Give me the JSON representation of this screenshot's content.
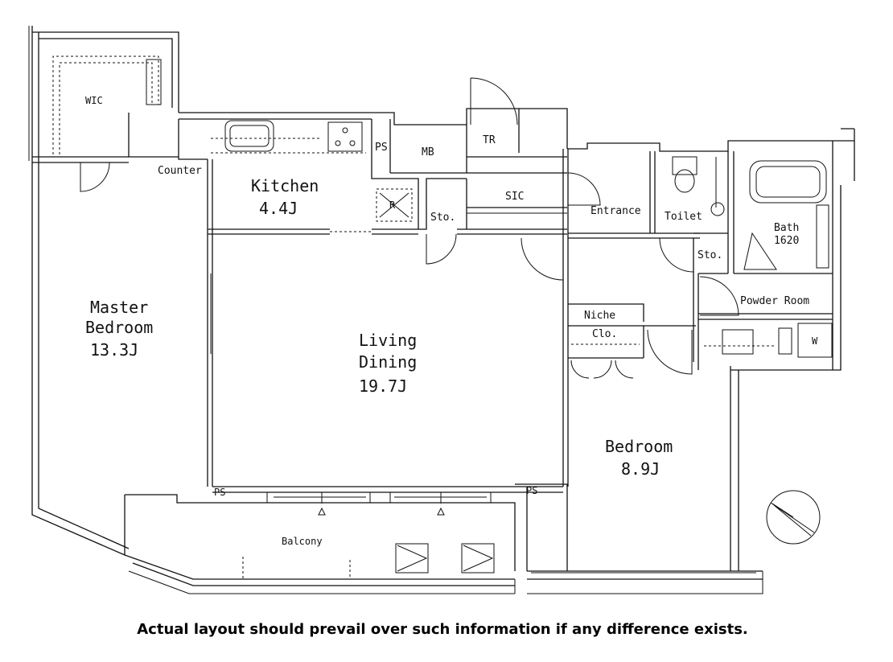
{
  "rooms": {
    "wic": "WIC",
    "counter": "Counter",
    "kitchen": "Kitchen",
    "kitchen_size": "4.4J",
    "ps_kitchen": "PS",
    "mb": "MB",
    "tr": "TR",
    "sic": "SIC",
    "sto_kitchen": "Sto.",
    "fridge": "R",
    "entrance": "Entrance",
    "toilet": "Toilet",
    "bath": "Bath",
    "bath_size": "1620",
    "sto_bath": "Sto.",
    "powder_room": "Powder Room",
    "washer": "W",
    "master_bedroom_1": "Master",
    "master_bedroom_2": "Bedroom",
    "master_bedroom_size": "13.3J",
    "living_1": "Living",
    "living_2": "Dining",
    "living_size": "19.7J",
    "niche": "Niche",
    "closet": "Clo.",
    "bedroom": "Bedroom",
    "bedroom_size": "8.9J",
    "ps_left": "PS",
    "ps_right": "PS",
    "balcony": "Balcony"
  },
  "disclaimer": "Actual layout should prevail over such information if any difference exists."
}
